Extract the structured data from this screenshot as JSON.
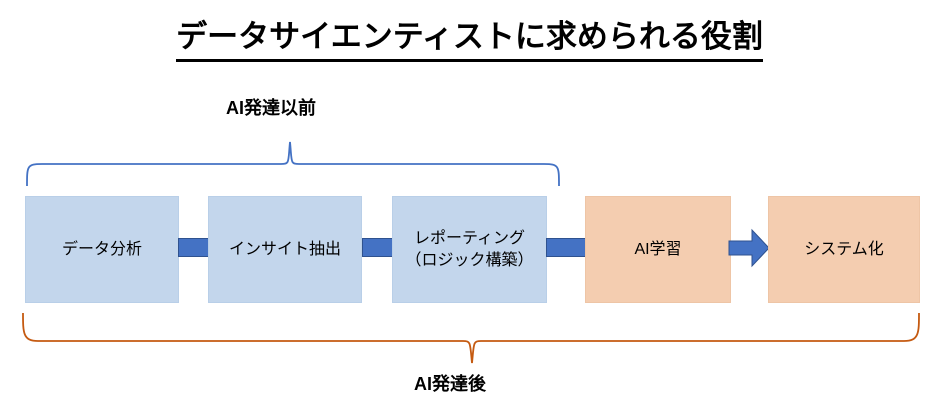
{
  "title": "データサイエンティストに求められる役割",
  "brackets": {
    "top": {
      "label": "AI発達以前",
      "color": "#4472c4"
    },
    "bottom": {
      "label": "AI発達後",
      "color": "#c55a11"
    }
  },
  "flow": {
    "boxes": [
      {
        "label": "データ分析",
        "phase": "pre-ai",
        "color": "#c3d6ec"
      },
      {
        "label": "インサイト抽出",
        "phase": "pre-ai",
        "color": "#c3d6ec"
      },
      {
        "label": "レポーティング\n（ロジック構築）",
        "phase": "pre-ai",
        "color": "#c3d6ec"
      },
      {
        "label": "AI学習",
        "phase": "post-ai",
        "color": "#f4cdb0"
      },
      {
        "label": "システム化",
        "phase": "post-ai",
        "color": "#f4cdb0"
      }
    ],
    "connector_color": "#4472c4",
    "arrow_color": "#4472c4"
  }
}
